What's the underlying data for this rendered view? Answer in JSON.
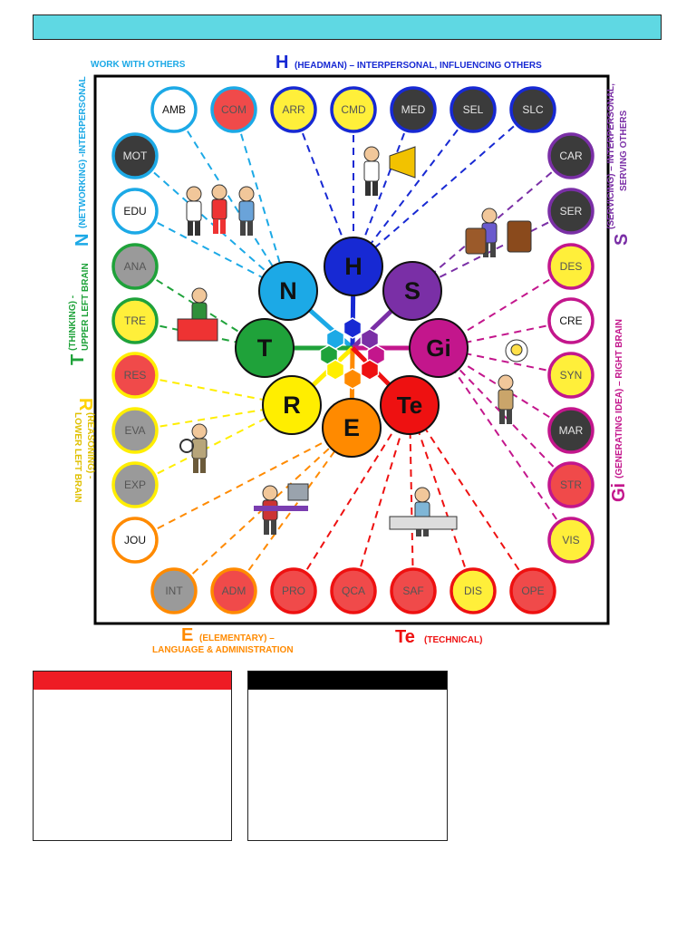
{
  "labels": {
    "work_with_others": "WORK WITH OTHERS",
    "h_letter": "H",
    "h_desc": "(HEADMAN) – INTERPERSONAL, INFLUENCING OTHERS",
    "n_letter": "N",
    "n_desc": "(NETWORKING) -INTERPERSONAL",
    "t_letter": "T",
    "t_desc1": "(THINKING) -",
    "t_desc2": "UPPER LEFT BRAIN",
    "r_letter": "R",
    "r_desc1": "(REASONING) -",
    "r_desc2": "LOWER LEFT BRAIN",
    "e_letter": "E",
    "e_desc1": "(ELEMENTARY) –",
    "e_desc2": "LANGUAGE & ADMINISTRATION",
    "te_letter": "Te",
    "te_desc": "(TECHNICAL)",
    "s_letter": "S",
    "s_desc1": "(SERVICING) – INTERPERSONAL,",
    "s_desc2": "SERVING OTHERS",
    "gi_letter": "Gi",
    "gi_desc": "(GENERATING IDEA) – RIGHT BRAIN"
  },
  "hubs": [
    {
      "id": "N",
      "label": "N",
      "color": "#1ca9e6"
    },
    {
      "id": "H",
      "label": "H",
      "color": "#1729d3"
    },
    {
      "id": "S",
      "label": "S",
      "color": "#7a2fa6"
    },
    {
      "id": "T",
      "label": "T",
      "color": "#1fa23a"
    },
    {
      "id": "Gi",
      "label": "Gi",
      "color": "#c3168c"
    },
    {
      "id": "R",
      "label": "R",
      "color": "#ffee00"
    },
    {
      "id": "E",
      "label": "E",
      "color": "#ff8a00"
    },
    {
      "id": "Te",
      "label": "Te",
      "color": "#ee1111"
    }
  ],
  "nodes": [
    {
      "label": "AMB",
      "fill": "#ffffff",
      "ring": "#1ca9e6",
      "hub": "N"
    },
    {
      "label": "COM",
      "fill": "#f04a4a",
      "ring": "#1ca9e6",
      "hub": "N"
    },
    {
      "label": "ARR",
      "fill": "#ffef3a",
      "ring": "#1729d3",
      "hub": "H"
    },
    {
      "label": "CMD",
      "fill": "#ffef3a",
      "ring": "#1729d3",
      "hub": "H"
    },
    {
      "label": "MED",
      "fill": "#3b3b3b",
      "ring": "#1729d3",
      "hub": "H"
    },
    {
      "label": "SEL",
      "fill": "#3b3b3b",
      "ring": "#1729d3",
      "hub": "H"
    },
    {
      "label": "SLC",
      "fill": "#3b3b3b",
      "ring": "#1729d3",
      "hub": "H"
    },
    {
      "label": "MOT",
      "fill": "#3b3b3b",
      "ring": "#1ca9e6",
      "hub": "N"
    },
    {
      "label": "EDU",
      "fill": "#ffffff",
      "ring": "#1ca9e6",
      "hub": "N"
    },
    {
      "label": "ANA",
      "fill": "#9a9a9a",
      "ring": "#1fa23a",
      "hub": "T"
    },
    {
      "label": "TRE",
      "fill": "#ffef3a",
      "ring": "#1fa23a",
      "hub": "T"
    },
    {
      "label": "RES",
      "fill": "#f04a4a",
      "ring": "#ffee00",
      "hub": "R"
    },
    {
      "label": "EVA",
      "fill": "#9a9a9a",
      "ring": "#ffee00",
      "hub": "R"
    },
    {
      "label": "EXP",
      "fill": "#9a9a9a",
      "ring": "#ffee00",
      "hub": "R"
    },
    {
      "label": "JOU",
      "fill": "#ffffff",
      "ring": "#ff8a00",
      "hub": "E"
    },
    {
      "label": "INT",
      "fill": "#9a9a9a",
      "ring": "#ff8a00",
      "hub": "E"
    },
    {
      "label": "ADM",
      "fill": "#f04a4a",
      "ring": "#ff8a00",
      "hub": "E"
    },
    {
      "label": "PRO",
      "fill": "#f04a4a",
      "ring": "#ee1111",
      "hub": "Te"
    },
    {
      "label": "QCA",
      "fill": "#f04a4a",
      "ring": "#ee1111",
      "hub": "Te"
    },
    {
      "label": "SAF",
      "fill": "#f04a4a",
      "ring": "#ee1111",
      "hub": "Te"
    },
    {
      "label": "DIS",
      "fill": "#ffef3a",
      "ring": "#ee1111",
      "hub": "Te"
    },
    {
      "label": "OPE",
      "fill": "#f04a4a",
      "ring": "#ee1111",
      "hub": "Te"
    },
    {
      "label": "CAR",
      "fill": "#3b3b3b",
      "ring": "#7a2fa6",
      "hub": "S"
    },
    {
      "label": "SER",
      "fill": "#3b3b3b",
      "ring": "#7a2fa6",
      "hub": "S"
    },
    {
      "label": "DES",
      "fill": "#ffef3a",
      "ring": "#c3168c",
      "hub": "Gi"
    },
    {
      "label": "CRE",
      "fill": "#ffffff",
      "ring": "#c3168c",
      "hub": "Gi"
    },
    {
      "label": "SYN",
      "fill": "#ffef3a",
      "ring": "#c3168c",
      "hub": "Gi"
    },
    {
      "label": "MAR",
      "fill": "#3b3b3b",
      "ring": "#c3168c",
      "hub": "Gi"
    },
    {
      "label": "STR",
      "fill": "#f04a4a",
      "ring": "#c3168c",
      "hub": "Gi"
    },
    {
      "label": "VIS",
      "fill": "#ffef3a",
      "ring": "#c3168c",
      "hub": "Gi"
    }
  ]
}
